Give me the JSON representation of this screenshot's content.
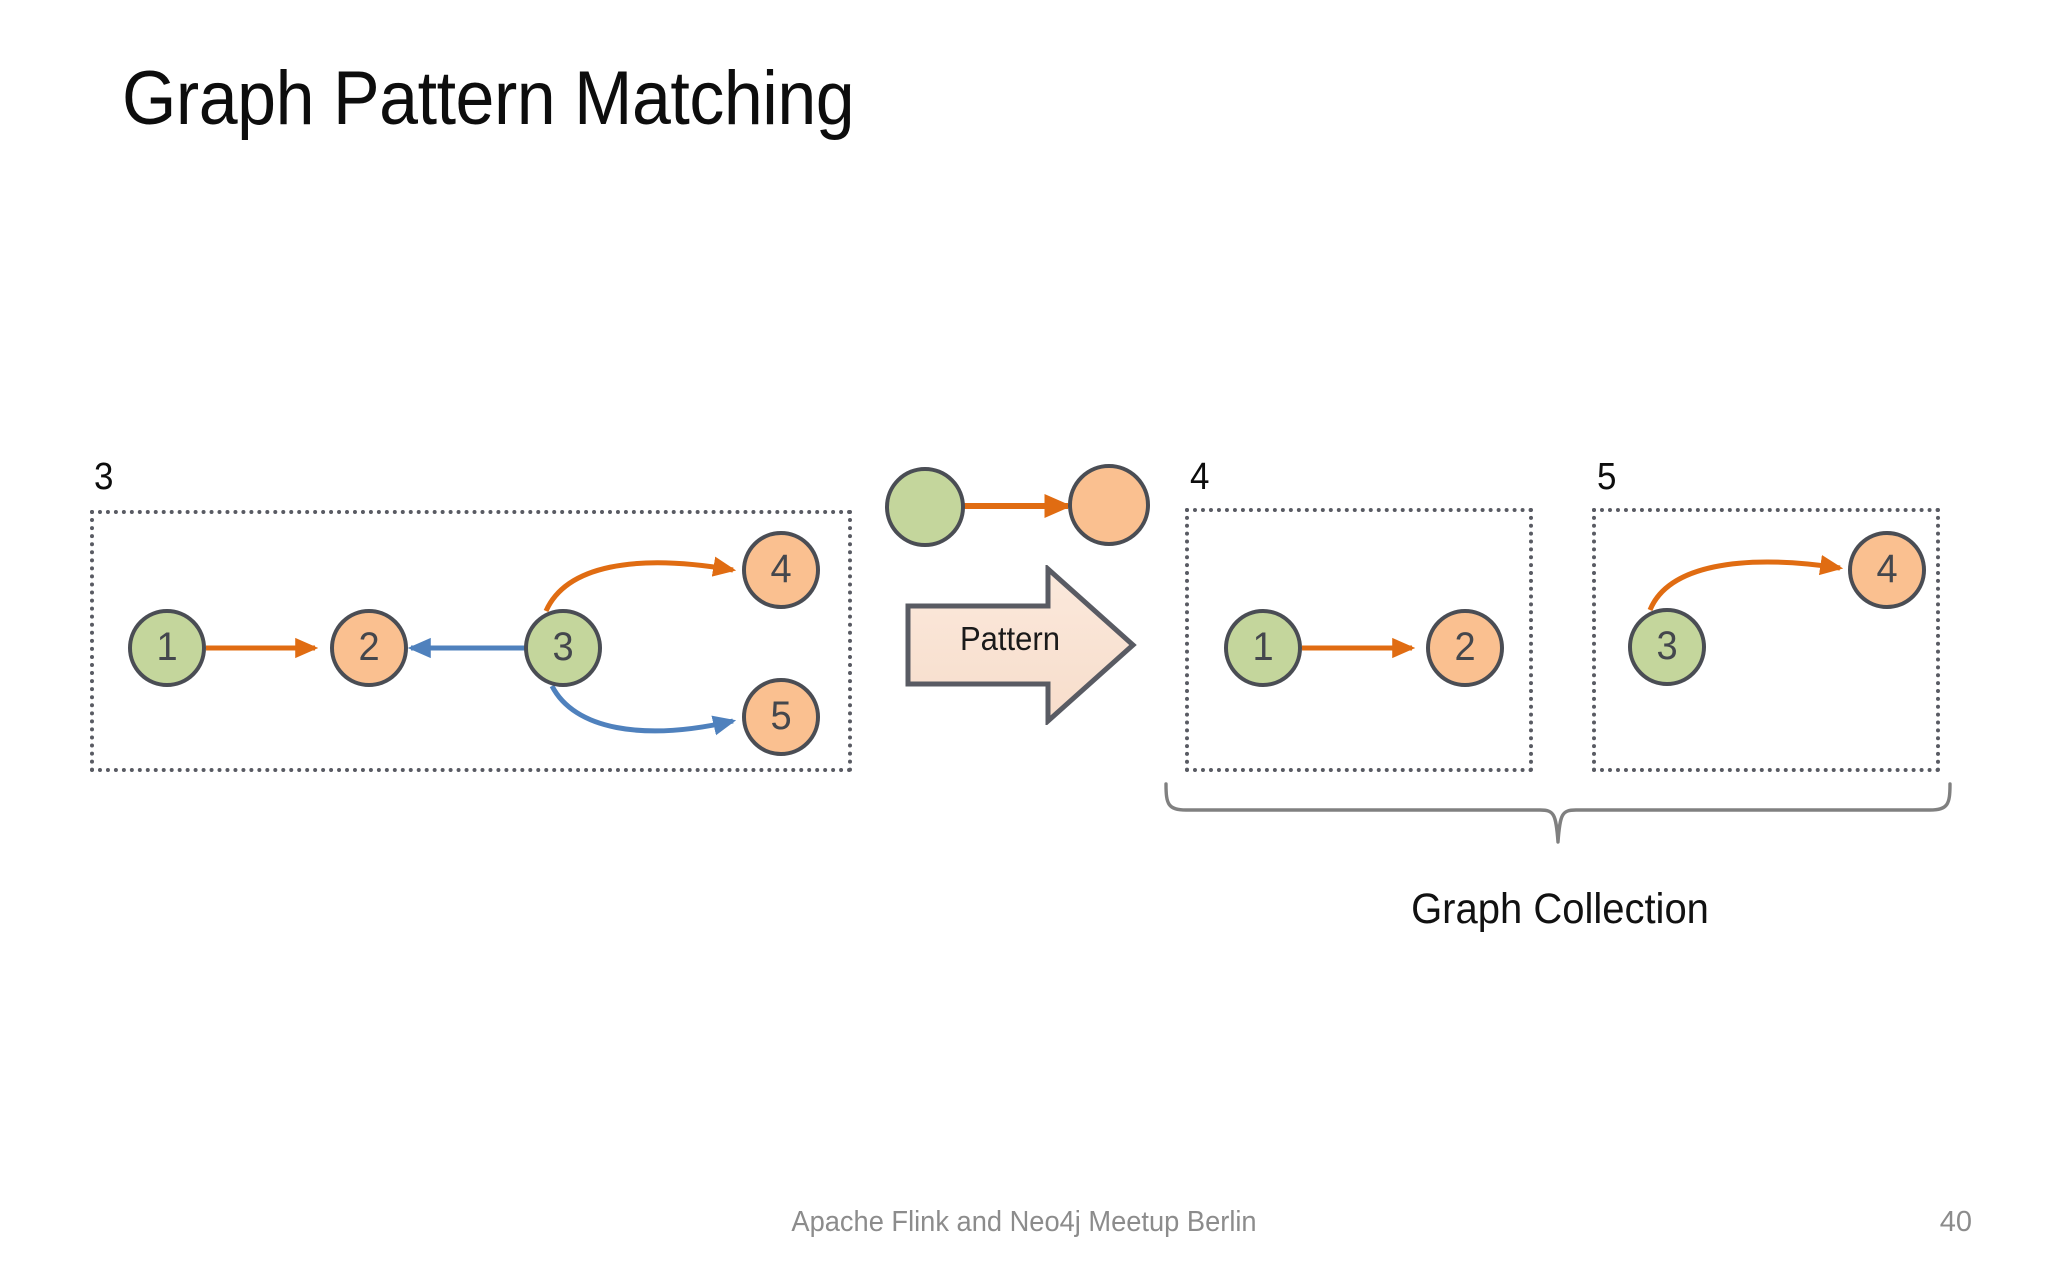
{
  "slide": {
    "title": "Graph Pattern Matching",
    "page_number": "40",
    "footer": "Apache Flink and Neo4j Meetup Berlin"
  },
  "colors": {
    "node_green": "#c4d69c",
    "node_orange": "#fac090",
    "node_stroke": "#4a4d54",
    "edge_orange": "#e06c12",
    "edge_blue": "#4f81bd",
    "box_border": "#595b63",
    "brace": "#808080",
    "footer_text": "#8c8c8c",
    "pattern_fill": "#fae5d6"
  },
  "input_graph": {
    "label": "3",
    "nodes": [
      {
        "id": "1",
        "label": "1",
        "color": "green"
      },
      {
        "id": "2",
        "label": "2",
        "color": "orange"
      },
      {
        "id": "3",
        "label": "3",
        "color": "green"
      },
      {
        "id": "4",
        "label": "4",
        "color": "orange"
      },
      {
        "id": "5",
        "label": "5",
        "color": "orange"
      }
    ],
    "edges": [
      {
        "from": "1",
        "to": "2",
        "color": "orange",
        "shape": "straight"
      },
      {
        "from": "3",
        "to": "2",
        "color": "blue",
        "shape": "straight"
      },
      {
        "from": "3",
        "to": "4",
        "color": "orange",
        "shape": "curve"
      },
      {
        "from": "3",
        "to": "5",
        "color": "blue",
        "shape": "curve"
      }
    ]
  },
  "pattern": {
    "arrow_label": "Pattern",
    "nodes": [
      {
        "id": "p1",
        "label": "",
        "color": "green"
      },
      {
        "id": "p2",
        "label": "",
        "color": "orange"
      }
    ],
    "edges": [
      {
        "from": "p1",
        "to": "p2",
        "color": "orange",
        "shape": "straight"
      }
    ]
  },
  "result_graphs": [
    {
      "label": "4",
      "nodes": [
        {
          "id": "1",
          "label": "1",
          "color": "green"
        },
        {
          "id": "2",
          "label": "2",
          "color": "orange"
        }
      ],
      "edges": [
        {
          "from": "1",
          "to": "2",
          "color": "orange",
          "shape": "straight"
        }
      ]
    },
    {
      "label": "5",
      "nodes": [
        {
          "id": "3",
          "label": "3",
          "color": "green"
        },
        {
          "id": "4",
          "label": "4",
          "color": "orange"
        }
      ],
      "edges": [
        {
          "from": "3",
          "to": "4",
          "color": "orange",
          "shape": "curve"
        }
      ]
    }
  ],
  "graph_collection": {
    "caption": "Graph Collection"
  }
}
